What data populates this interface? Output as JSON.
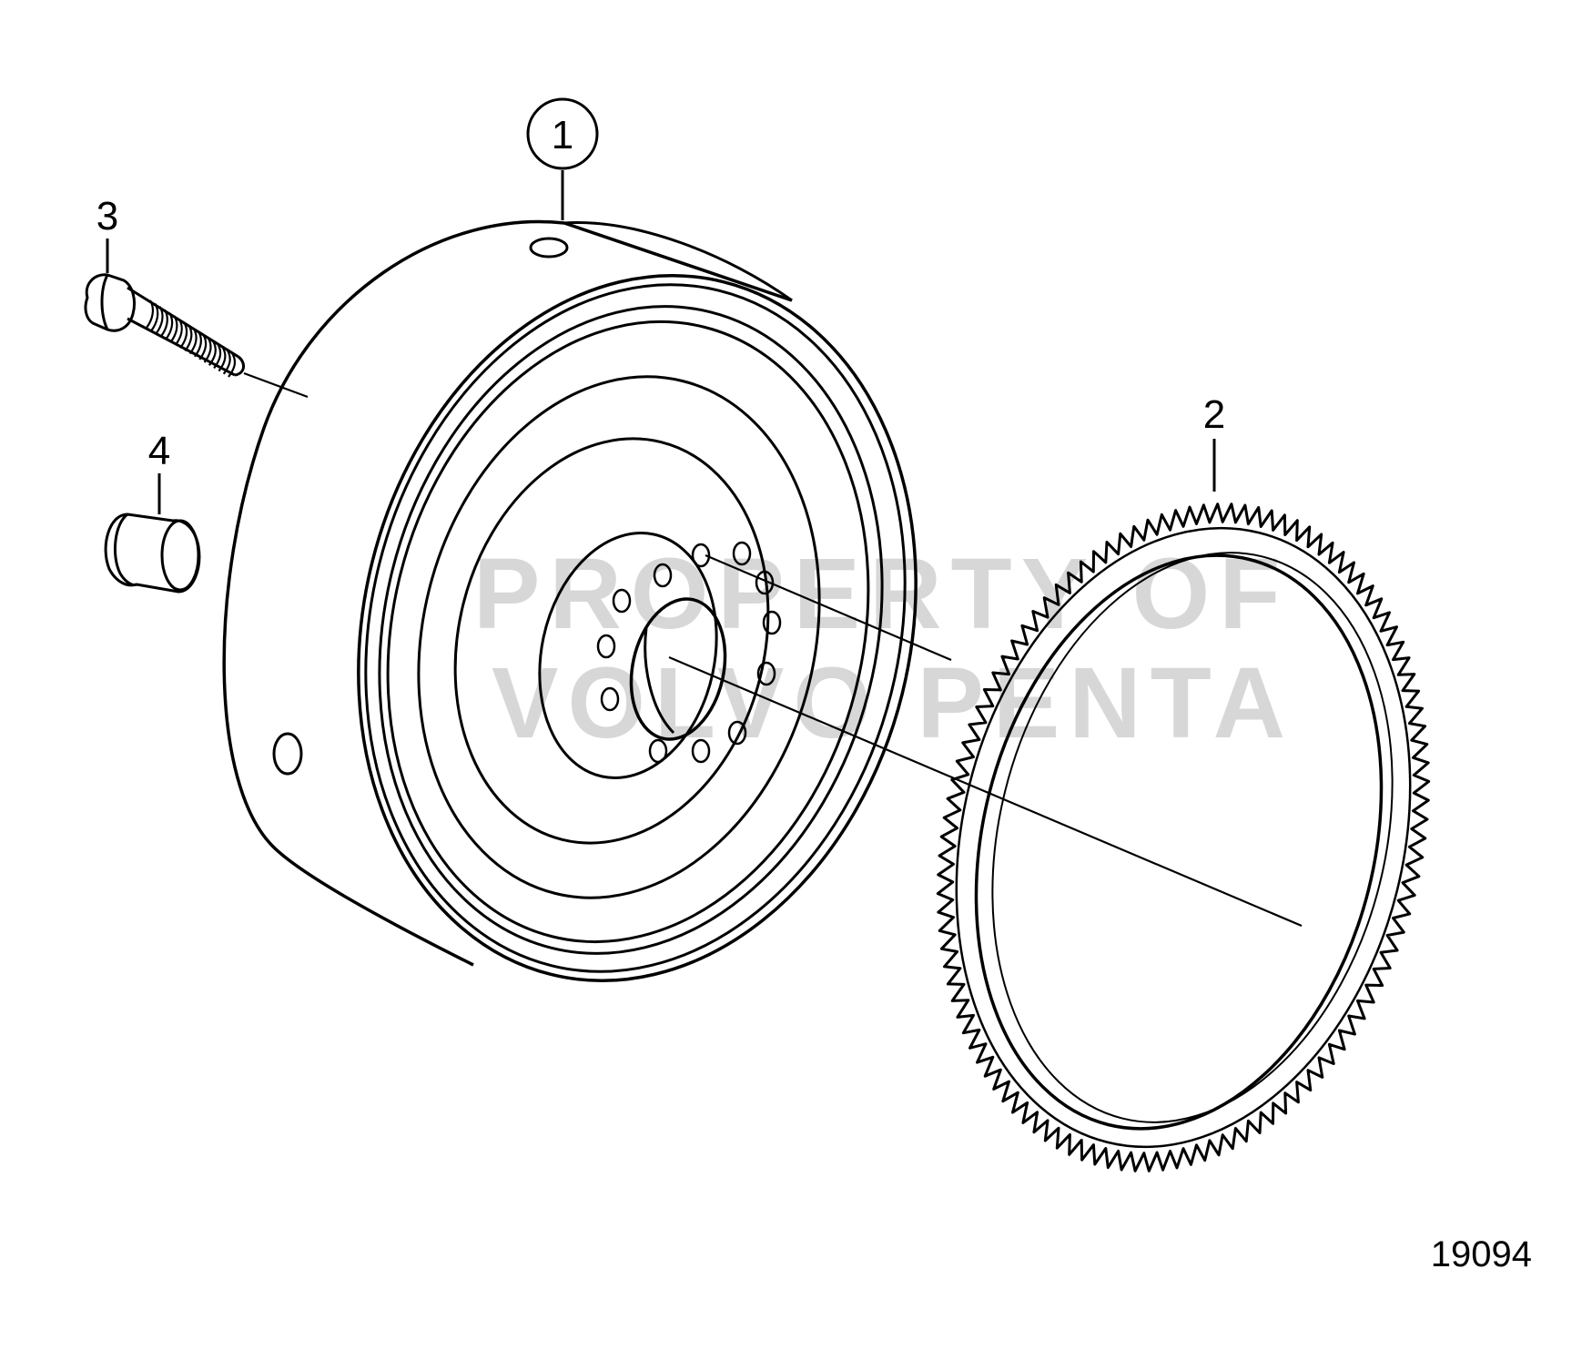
{
  "diagram": {
    "figure_number": "19094",
    "callouts": [
      {
        "id": "1",
        "label": "1",
        "circled": true
      },
      {
        "id": "2",
        "label": "2",
        "circled": false
      },
      {
        "id": "3",
        "label": "3",
        "circled": false
      },
      {
        "id": "4",
        "label": "4",
        "circled": false
      }
    ],
    "watermark": {
      "line1": "PROPERTY OF",
      "line2": "VOLVO PENTA"
    }
  }
}
